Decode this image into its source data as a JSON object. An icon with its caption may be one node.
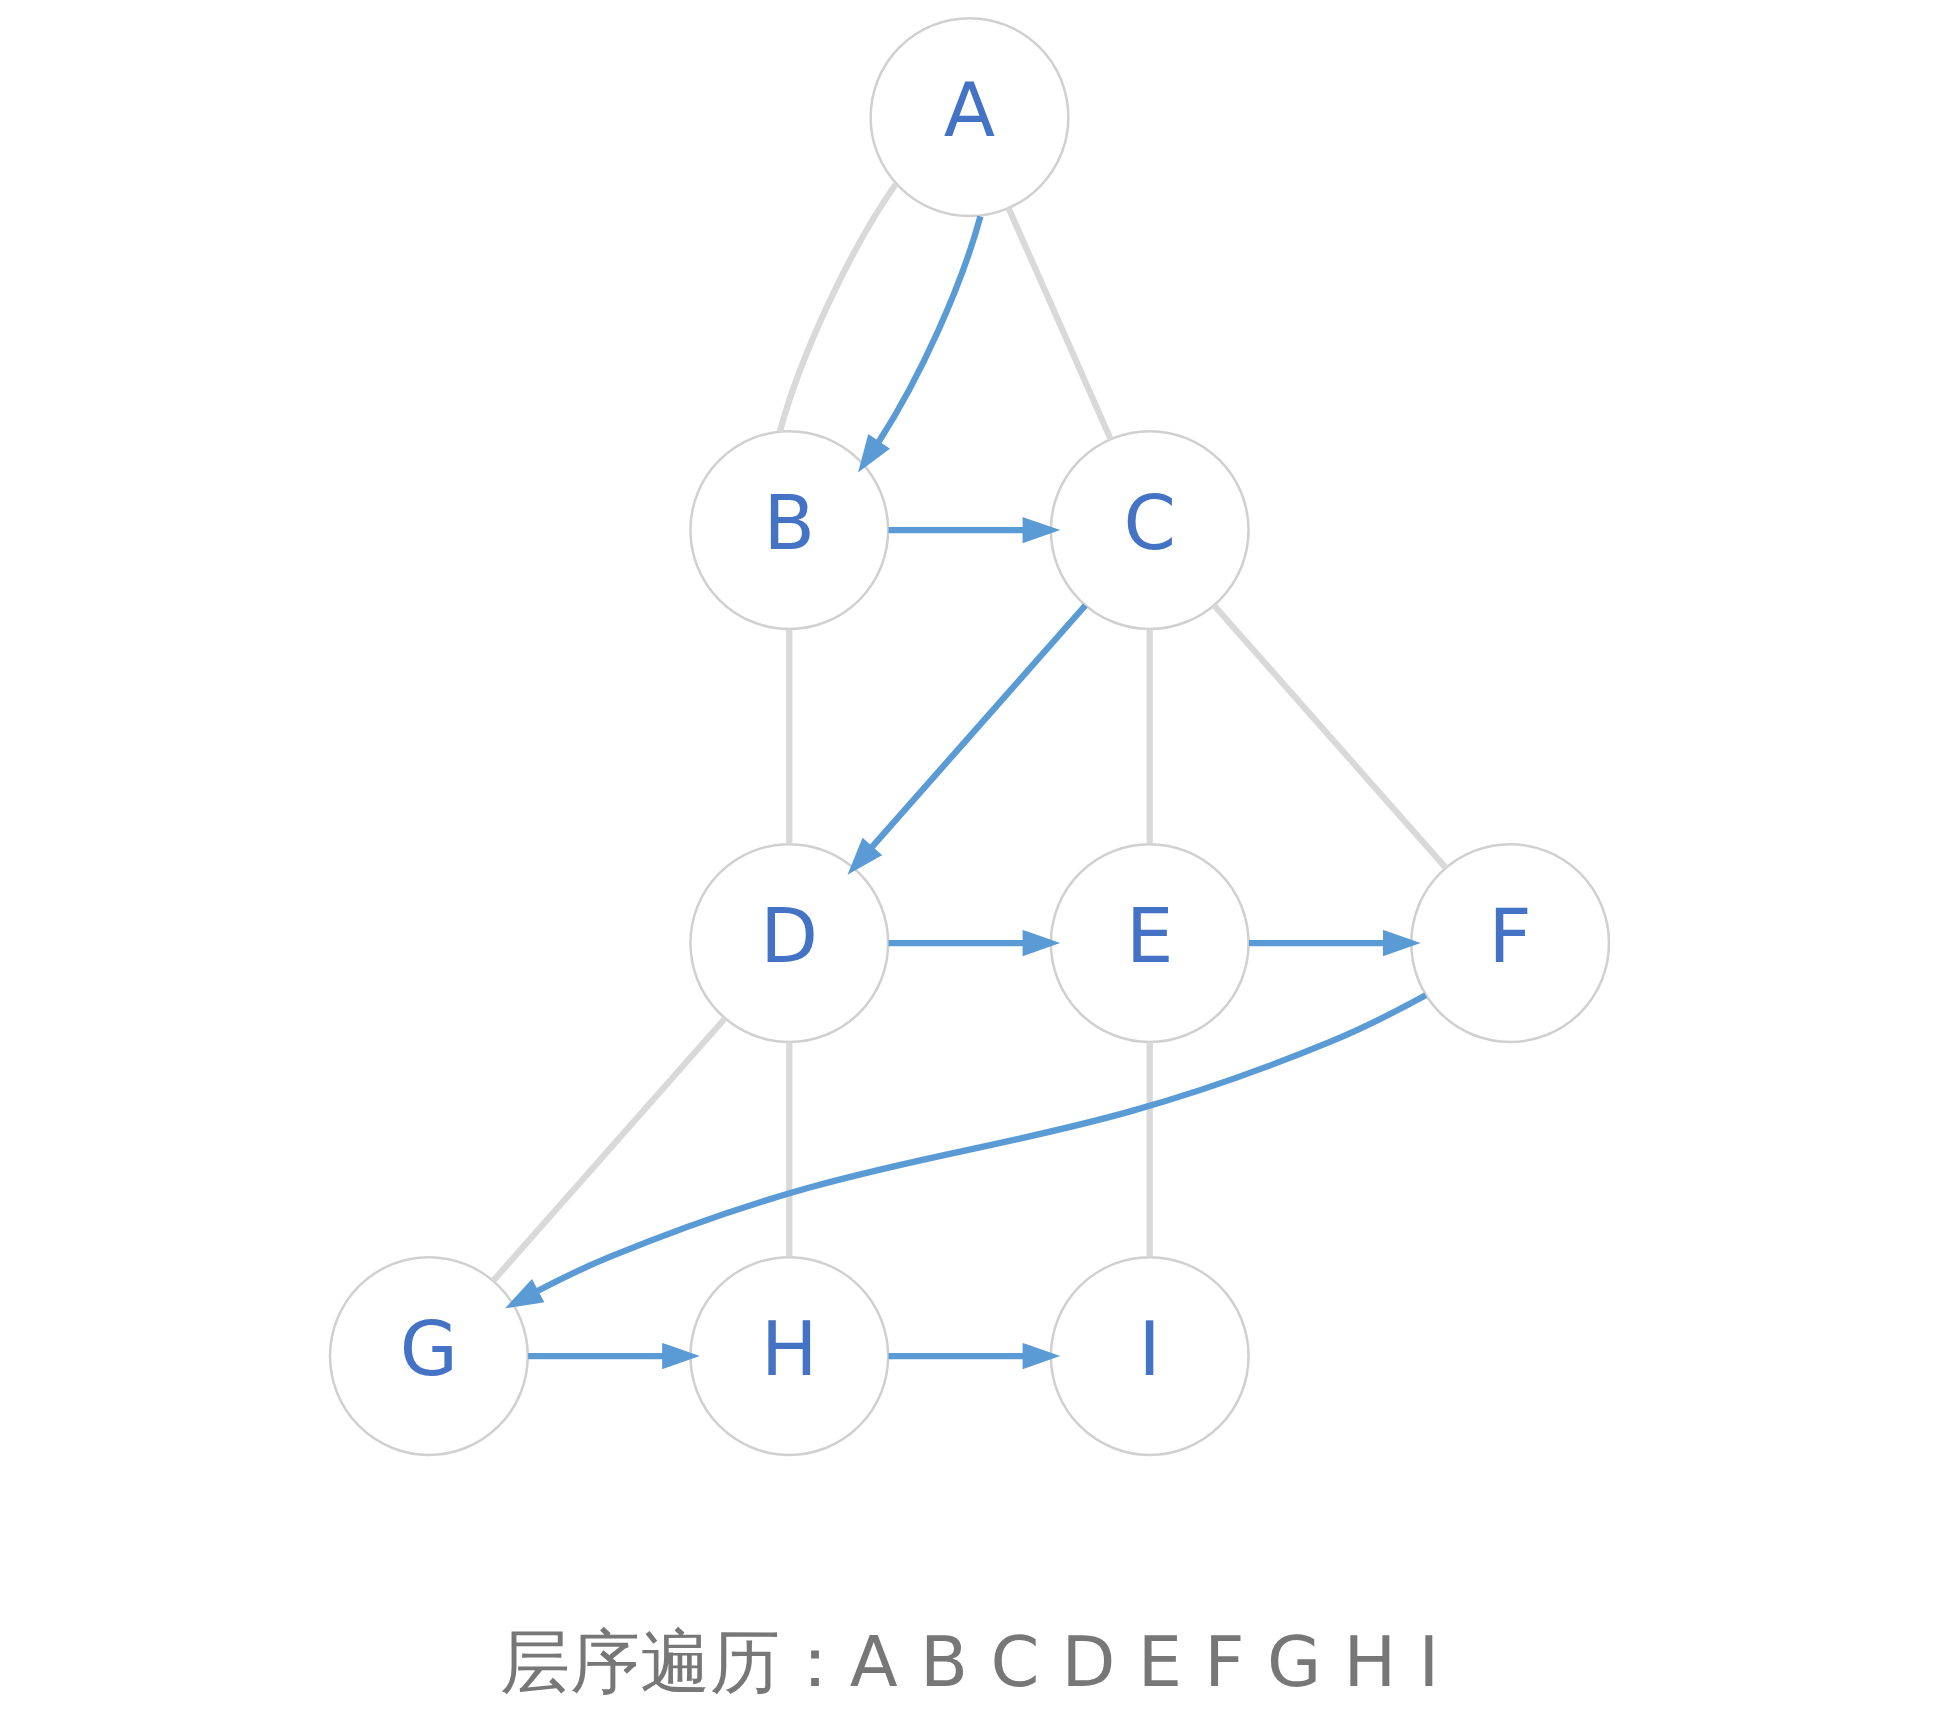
{
  "diagram": {
    "caption": "层序遍历：A B C D E F G H I",
    "nodes": [
      {
        "text": [
          "A"
        ]
      },
      {
        "text": [
          "B"
        ]
      },
      {
        "text": [
          "C"
        ]
      },
      {
        "text": [
          "D"
        ]
      },
      {
        "text": [
          "E"
        ]
      },
      {
        "text": [
          "F"
        ]
      },
      {
        "text": [
          "G"
        ]
      },
      {
        "text": [
          "H"
        ]
      },
      {
        "text": [
          "I"
        ]
      }
    ],
    "edges": [
      {
        "from": 0,
        "to": 1,
        "arrow": "none",
        "color": "#d9d9d9"
      },
      {
        "from": 0,
        "to": 2,
        "arrow": "none",
        "color": "#d9d9d9"
      },
      {
        "from": 1,
        "to": 3,
        "arrow": "none",
        "color": "#d9d9d9"
      },
      {
        "from": 2,
        "to": 4,
        "arrow": "none",
        "color": "#d9d9d9"
      },
      {
        "from": 2,
        "to": 5,
        "arrow": "none",
        "color": "#d9d9d9"
      },
      {
        "from": 3,
        "to": 6,
        "arrow": "none",
        "color": "#d9d9d9"
      },
      {
        "from": 3,
        "to": 7,
        "arrow": "none",
        "color": "#d9d9d9"
      },
      {
        "from": 4,
        "to": 8,
        "arrow": "none",
        "color": "#d9d9d9"
      },
      {
        "from": 0,
        "to": 1,
        "arrow": "to",
        "color": "#5b9bd5"
      },
      {
        "from": 1,
        "to": 2,
        "arrow": "to",
        "color": "#5b9bd5"
      },
      {
        "from": 2,
        "to": 3,
        "arrow": "to",
        "color": "#5b9bd5"
      },
      {
        "from": 3,
        "to": 4,
        "arrow": "to",
        "color": "#5b9bd5"
      },
      {
        "from": 4,
        "to": 5,
        "arrow": "to",
        "color": "#5b9bd5"
      },
      {
        "from": 5,
        "to": 6,
        "arrow": "to",
        "color": "#5b9bd5"
      },
      {
        "from": 6,
        "to": 7,
        "arrow": "to",
        "color": "#5b9bd5"
      },
      {
        "from": 7,
        "to": 8,
        "arrow": "to",
        "color": "#5b9bd5"
      }
    ]
  }
}
